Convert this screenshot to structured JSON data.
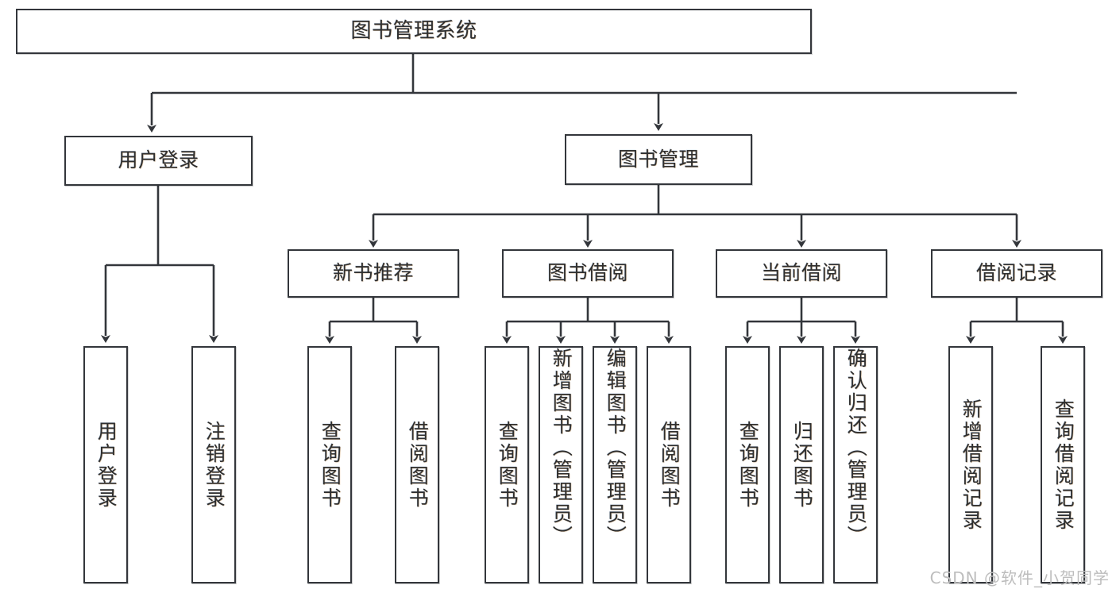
{
  "diagram": {
    "title": "图书管理系统",
    "colors": {
      "stroke": "#33363b",
      "text": "#2f2f2f",
      "background": "#ffffff",
      "watermark": "#bdbdbd"
    },
    "root": {
      "label": "图书管理系统"
    },
    "level2": [
      {
        "label": "用户登录"
      },
      {
        "label": "图书管理"
      }
    ],
    "level3": [
      {
        "label": "新书推荐"
      },
      {
        "label": "图书借阅"
      },
      {
        "label": "当前借阅"
      },
      {
        "label": "借阅记录"
      }
    ],
    "leaves": {
      "user_login": [
        {
          "label": "用户登录"
        },
        {
          "label": "注销登录"
        }
      ],
      "new_book": [
        {
          "label": "查询图书"
        },
        {
          "label": "借阅图书"
        }
      ],
      "book_borrow": [
        {
          "label": "查询图书"
        },
        {
          "label": "新增图书（管理员）"
        },
        {
          "label": "编辑图书（管理员）"
        },
        {
          "label": "借阅图书"
        }
      ],
      "current_borrow": [
        {
          "label": "查询图书"
        },
        {
          "label": "归还图书"
        },
        {
          "label": "确认归还（管理员）"
        }
      ],
      "borrow_record": [
        {
          "label": "新增借阅记录"
        },
        {
          "label": "查询借阅记录"
        }
      ]
    }
  },
  "watermark": {
    "text": "CSDN @软件_小贺同学"
  }
}
